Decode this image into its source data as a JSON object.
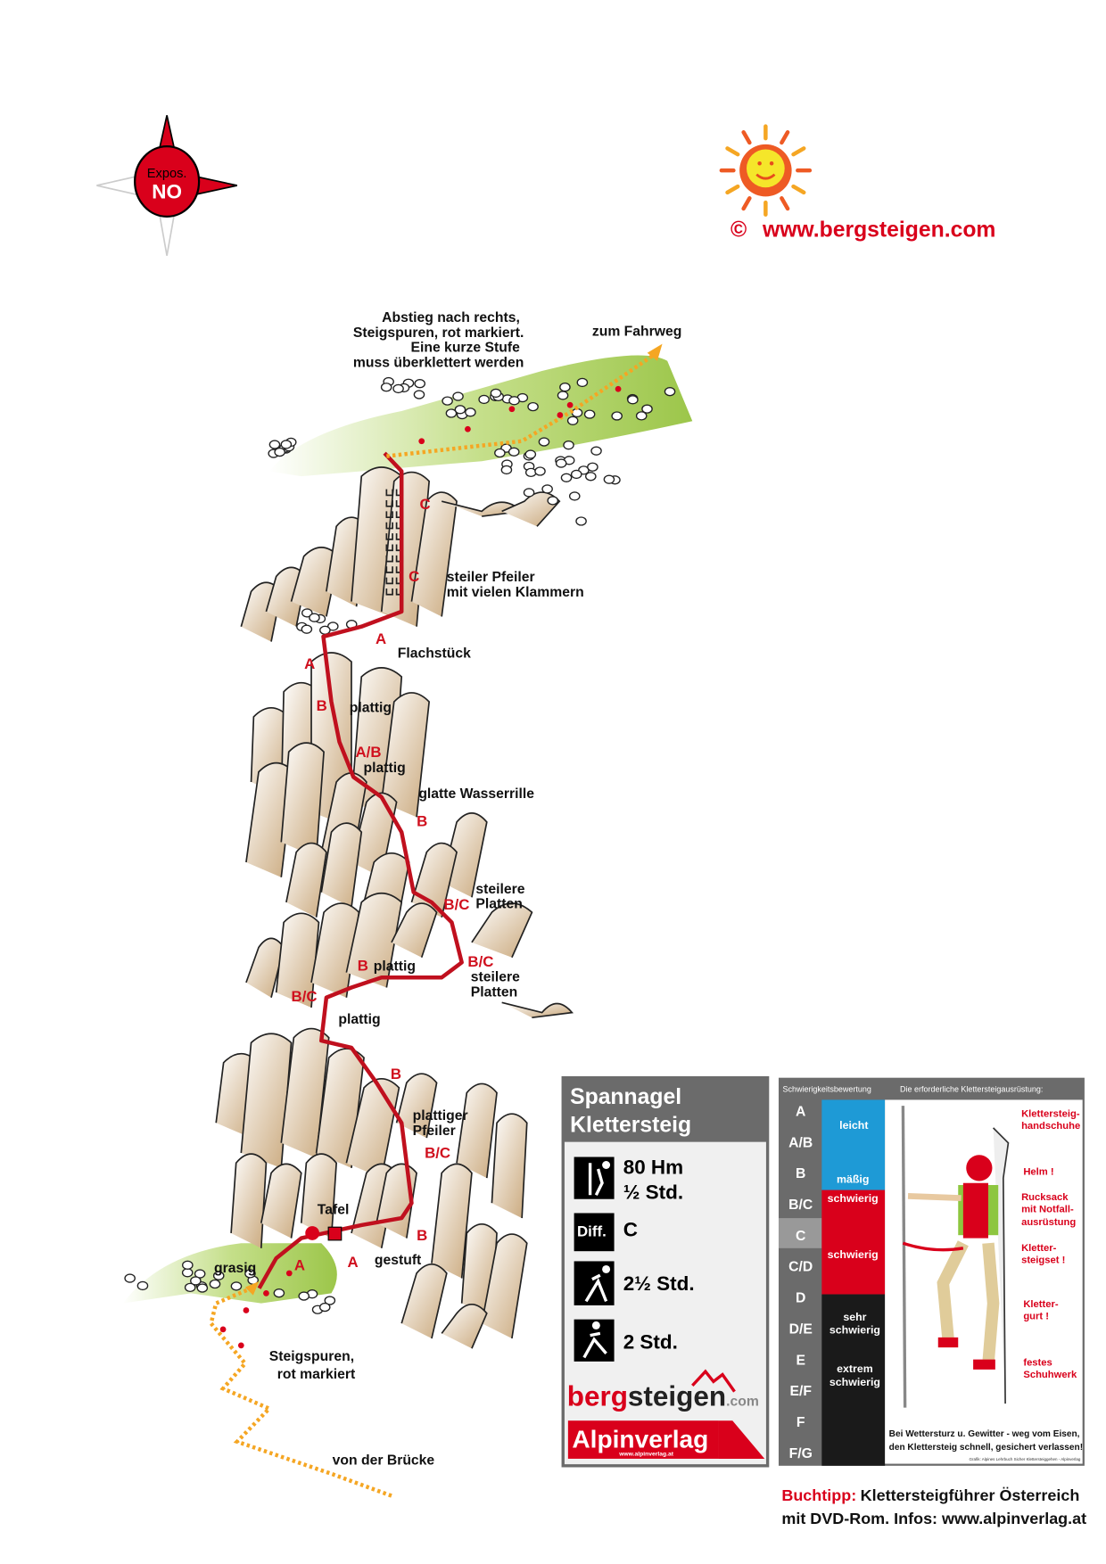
{
  "compass": {
    "label": "Expos.",
    "value": "NO"
  },
  "copyright": {
    "symbol": "©",
    "url": "www.bergsteigen.com"
  },
  "topo": {
    "descent_note": [
      "Abstieg nach rechts,",
      "Steigspuren, rot markiert.",
      "Eine kurze Stufe",
      "muss überklettert werden"
    ],
    "to_road": "zum Fahrweg",
    "labels": {
      "pillar": [
        "steiler Pfeiler",
        "mit vielen Klammern"
      ],
      "flat": "Flachstück",
      "slabby": "plattig",
      "water_groove": "glatte Wasserrille",
      "steep_slabs": [
        "steilere",
        "Platten"
      ],
      "slabby_pillar": [
        "plattiger",
        "Pfeiler"
      ],
      "board": "Tafel",
      "stepped": "gestuft",
      "grassy": "grasig",
      "approach": [
        "Steigspuren,",
        "rot markiert"
      ],
      "from_bridge": "von der Brücke"
    },
    "grades": {
      "A": "A",
      "AB": "A/B",
      "B": "B",
      "BC": "B/C",
      "C": "C"
    }
  },
  "info": {
    "title": [
      "Spannagel",
      "Klettersteig"
    ],
    "height": "80 Hm",
    "climb_time": "½ Std.",
    "diff_label": "Diff.",
    "difficulty": "C",
    "approach_time": "2½ Std.",
    "descent_time": "2 Std.",
    "logo1": {
      "main_red": "berg",
      "main_dark": "steigen",
      "suffix": ".com"
    },
    "logo2": {
      "main": "Alpinverlag",
      "url": "www.alpinverlag.at"
    }
  },
  "legend": {
    "header_left": "Schwierigkeitsbewertung",
    "header_right": "Die erforderliche Klettersteigausrüstung:",
    "grades": [
      "A",
      "A/B",
      "B",
      "B/C",
      "C",
      "C/D",
      "D",
      "D/E",
      "E",
      "E/F",
      "F",
      "F/G"
    ],
    "selected": "C",
    "categories": [
      "leicht",
      "mäßig",
      "schwierig",
      "schwierig",
      "sehr",
      "schwierig",
      "extrem",
      "schwierig"
    ],
    "equipment": [
      "Klettersteig-",
      "handschuhe",
      "Helm !",
      "Rucksack",
      "mit Notfall-",
      "ausrüstung",
      "Kletter-",
      "steigset !",
      "Kletter-",
      "gurt !",
      "festes",
      "Schuhwerk"
    ],
    "warning": [
      "Bei Wettersturz u. Gewitter - weg vom Eisen,",
      "den Klettersteig schnell, gesichert verlassen!"
    ],
    "credit": "Grafik: Alpines Lehrbuch Sicher Klettersteiggehen - Alpinverlag",
    "colors": {
      "easy": "#1e9ad6",
      "hard": "#d9001b",
      "extreme": "#1a1a1a",
      "side": "#6b6b6b"
    }
  },
  "buchtipp": {
    "label": "Buchtipp:",
    "line1": "Klettersteigführer Österreich",
    "line2": "mit DVD-Rom. Infos: www.alpinverlag.at"
  }
}
